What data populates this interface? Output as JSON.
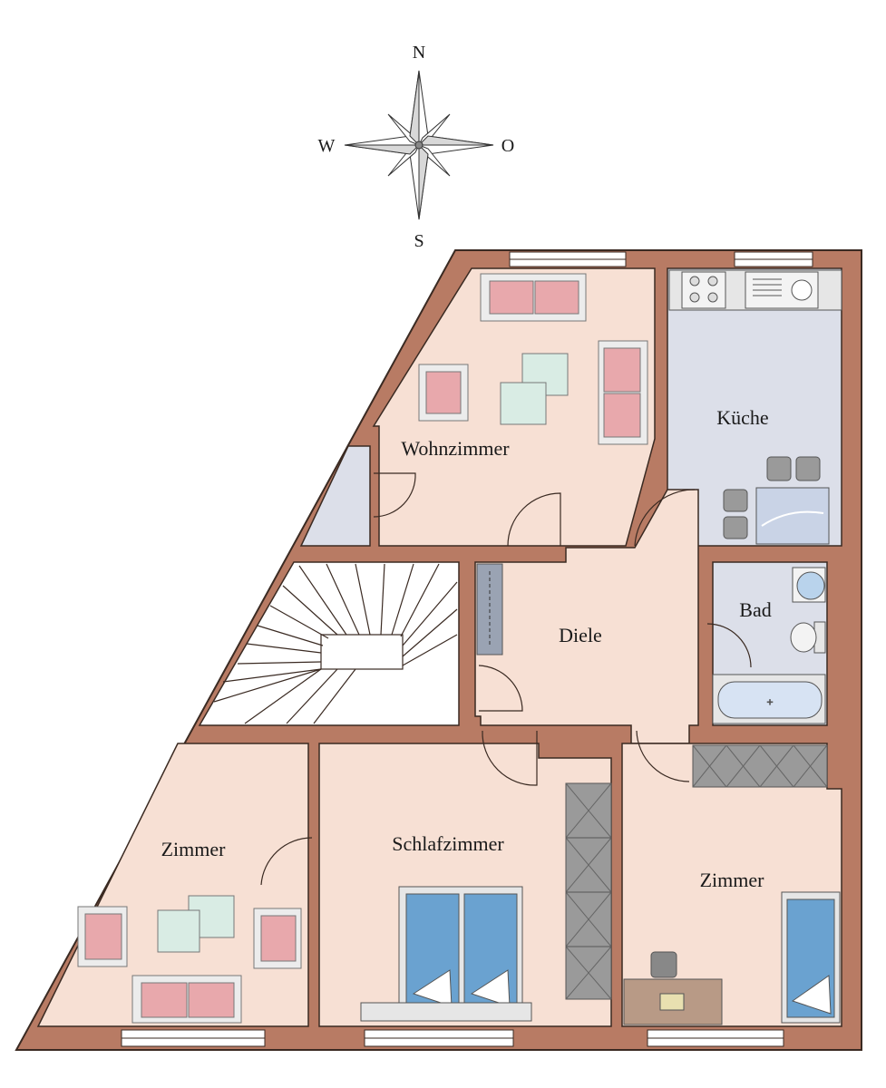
{
  "compass": {
    "north": "N",
    "south": "S",
    "west": "W",
    "east": "O"
  },
  "rooms": {
    "wohnzimmer": "Wohnzimmer",
    "kueche": "Küche",
    "diele": "Diele",
    "bad": "Bad",
    "zimmer_left": "Zimmer",
    "schlafzimmer": "Schlafzimmer",
    "zimmer_right": "Zimmer"
  },
  "colors": {
    "wall": "#b87b64",
    "wall_outline": "#3a2a22",
    "floor": "#f7e0d4",
    "wet_floor": "#dcdfe9",
    "sofa": "#e8a8ac",
    "bed": "#6aa2d0",
    "table": "#d9ece4"
  }
}
